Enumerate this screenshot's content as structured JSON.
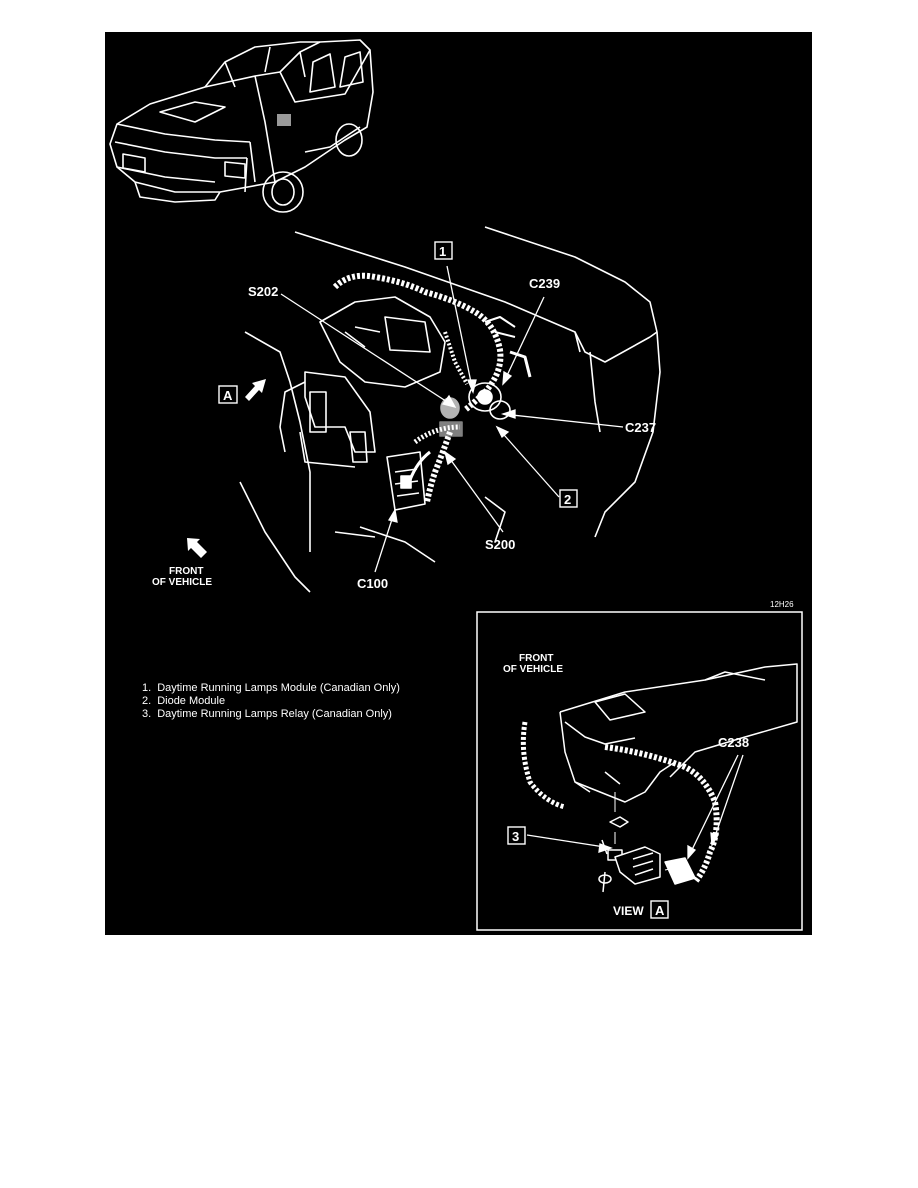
{
  "callouts": {
    "item_1": "1",
    "item_2": "2",
    "item_3": "3",
    "view_box": "A",
    "view_box_inset": "A"
  },
  "connector_labels": {
    "s202": "S202",
    "c239": "C239",
    "c237": "C237",
    "s200": "S200",
    "c100": "C100",
    "c238": "C238"
  },
  "orientation": {
    "front_line1": "FRONT",
    "front_line2": "OF VEHICLE",
    "inset_front_line1": "FRONT",
    "inset_front_line2": "OF VEHICLE"
  },
  "figure_code": "12H26",
  "view_label": "VIEW",
  "legend": [
    {
      "num": "1.",
      "text": "Daytime Running Lamps Module (Canadian Only)"
    },
    {
      "num": "2.",
      "text": "Diode Module"
    },
    {
      "num": "3.",
      "text": "Daytime Running Lamps Relay (Canadian Only)"
    }
  ],
  "colors": {
    "background": "#000000",
    "linework": "#ffffff",
    "page": "#ffffff"
  }
}
